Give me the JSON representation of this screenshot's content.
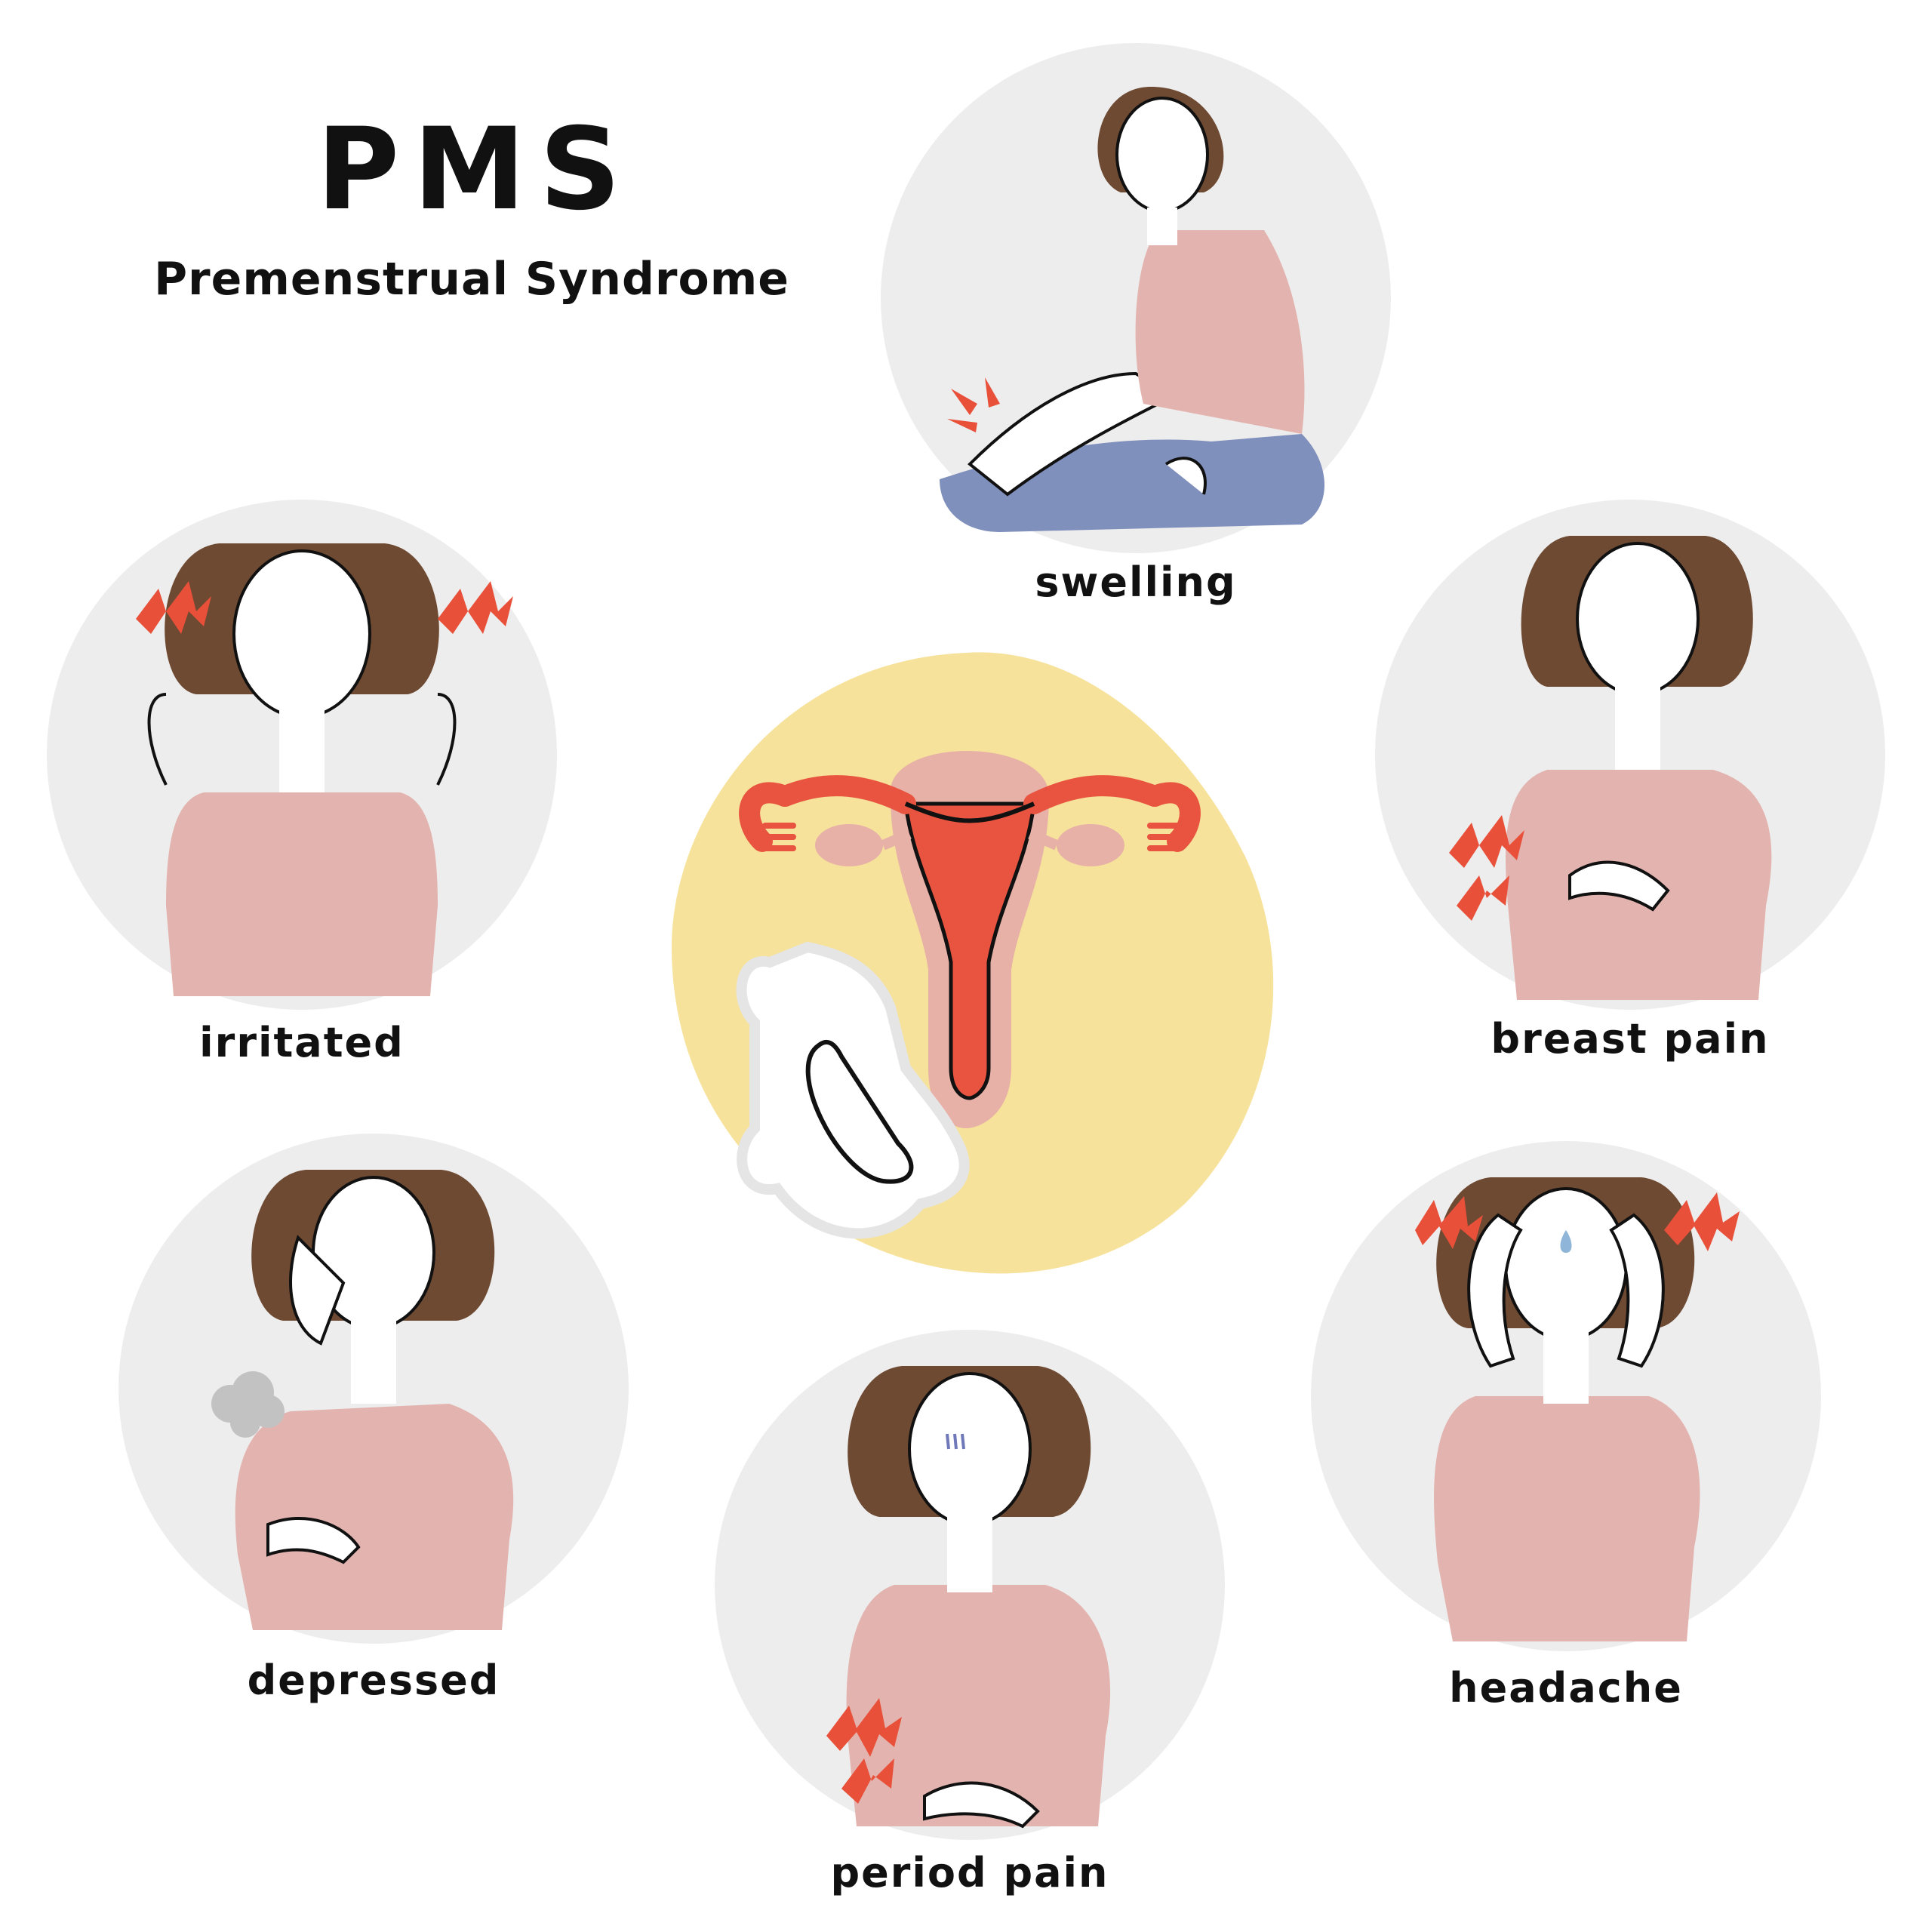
{
  "title": "PMS",
  "subtitle": "Premenstrual Syndrome",
  "symptoms": [
    {
      "key": "swelling",
      "label": "swelling"
    },
    {
      "key": "irritated",
      "label": "irritated"
    },
    {
      "key": "breast_pain",
      "label": "breast pain"
    },
    {
      "key": "depressed",
      "label": "depressed"
    },
    {
      "key": "headache",
      "label": "headache"
    },
    {
      "key": "period_pain",
      "label": "period pain"
    }
  ],
  "colors": {
    "circle_bg": "#ededed",
    "blob_bg": "#f6e29a",
    "sweater": "#e3b4af",
    "hair": "#6e4a33",
    "pants": "#8090bd",
    "uterus_red": "#e85440",
    "uterus_pink": "#e7b1a8",
    "pain_mark": "#e8503a",
    "outline": "#111111"
  }
}
